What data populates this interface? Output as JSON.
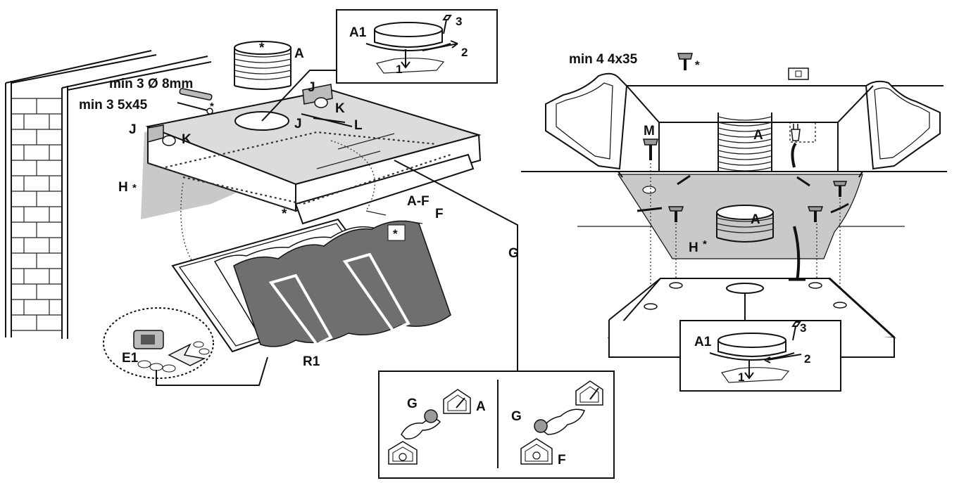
{
  "labels": {
    "min3_dia8": "min 3 Ø 8mm",
    "min3_5x45": "min 3 5x45",
    "min4_4x35": "min 4 4x35",
    "A": "A",
    "A1": "A1",
    "AF": "A-F",
    "F": "F",
    "G": "G",
    "H": "H",
    "J": "J",
    "K": "K",
    "L": "L",
    "M": "M",
    "E1": "E1",
    "R1": "R1",
    "n1": "1",
    "n2": "2",
    "n3": "3",
    "star": "*"
  },
  "icons": [
    "brick-wall",
    "duct-hose-icon",
    "wall-plug-icon",
    "screw-icon",
    "filter-icon",
    "carbon-filter-icon",
    "aspirating-mode-icon",
    "recirculating-mode-icon",
    "power-plug-icon",
    "switch-icon"
  ],
  "colors": {
    "line": "#111111",
    "shade": "#c9c9c9",
    "filter": "#6f6f6f",
    "background": "#ffffff"
  }
}
